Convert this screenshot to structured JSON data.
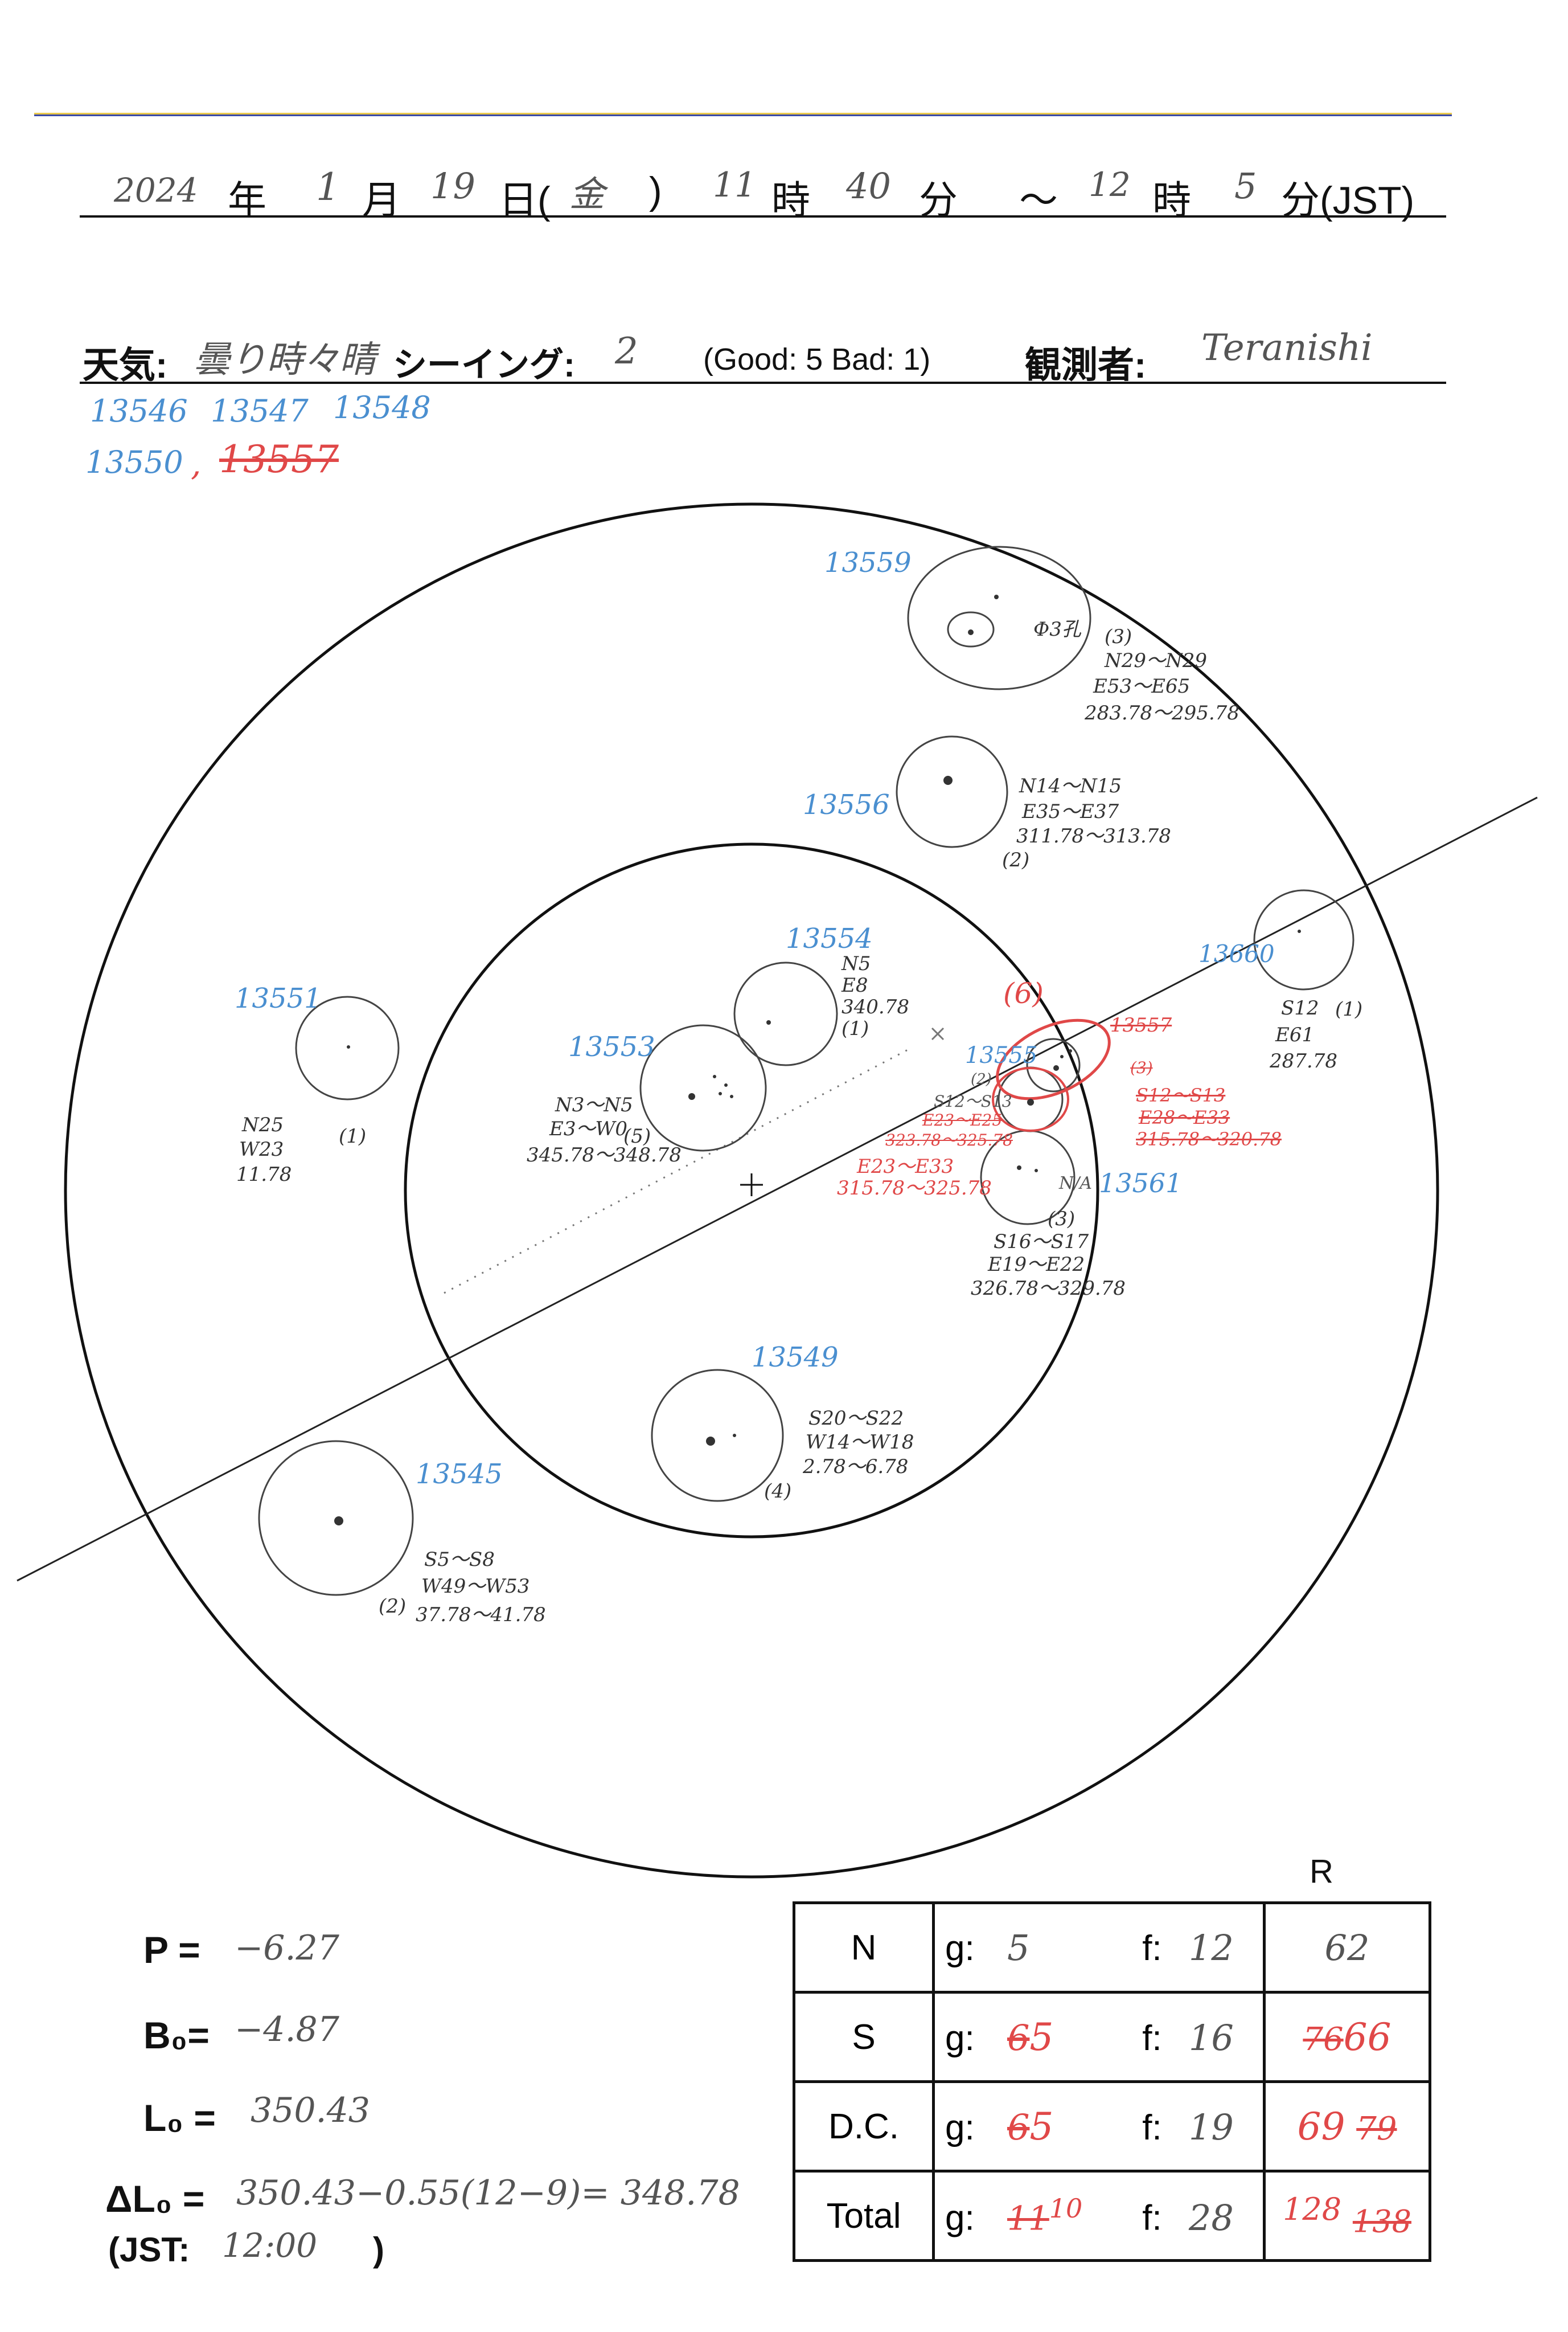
{
  "header": {
    "year": "2024",
    "year_unit": "年",
    "month": "1",
    "month_unit": "月",
    "day": "19",
    "day_unit": "日(",
    "weekday": "金",
    "weekday_close": ")",
    "start_hour": "11",
    "hour_unit": "時",
    "start_min": "40",
    "min_unit": "分",
    "tilde": "〜",
    "end_hour": "12",
    "end_hour_unit": "時",
    "end_min": "5",
    "end_min_unit": "分(JST)"
  },
  "weather": {
    "label": "天気:",
    "value": "曇り時々晴",
    "seeing_label": "シーイング:",
    "seeing_value": "2",
    "scale": "(Good: 5  Bad: 1)",
    "observer_label": "観測者:",
    "observer_value": "Teranishi"
  },
  "region_list": {
    "row1": [
      "13546",
      "13547",
      "13548"
    ],
    "row2_blue": "13550",
    "row2_sep": ",",
    "row2_red": "13557"
  },
  "regions": [
    {
      "id": "13559",
      "note": "Ф3孔",
      "count": "(3)",
      "lat": "N29〜N29",
      "lon": "E53〜E65",
      "cm": "283.78〜295.78"
    },
    {
      "id": "13556",
      "lat": "N14〜N15",
      "lon": "E35〜E37",
      "cm": "311.78〜313.78",
      "count": "(2)"
    },
    {
      "id": "13660",
      "lat": "S12",
      "count": "(1)",
      "lon": "E61",
      "cm": "287.78"
    },
    {
      "id": "13554",
      "lat": "N5",
      "lon": "E8",
      "cm": "340.78",
      "count": "(1)"
    },
    {
      "id": "13551",
      "lat": "N25",
      "count": "(1)",
      "lon": "W23",
      "cm": "11.78"
    },
    {
      "id": "13553",
      "lat": "N3〜N5",
      "lon": "E3〜W0",
      "count": "(5)",
      "cm": "345.78〜348.78"
    },
    {
      "id": "13555",
      "count_red": "(6)",
      "count": "(2)",
      "lat": "S12〜S13",
      "lon": "E23〜E25",
      "cm": "323.78〜325.78",
      "lon_red": "E23〜E33",
      "cm_red": "315.78〜325.78"
    },
    {
      "id": "13557",
      "count": "(3)",
      "lat": "S12〜S13",
      "lon": "E28〜E33",
      "cm": "315.78〜320.78"
    },
    {
      "id": "13561",
      "prefix": "N/A",
      "count": "(3)",
      "lat": "S16〜S17",
      "lon": "E19〜E22",
      "cm": "326.78〜329.78"
    },
    {
      "id": "13549",
      "lat": "S20〜S22",
      "lon": "W14〜W18",
      "cm": "2.78〜6.78",
      "count": "(4)"
    },
    {
      "id": "13545",
      "lat": "S5〜S8",
      "lon": "W49〜W53",
      "count": "(2)",
      "cm": "37.78〜41.78"
    }
  ],
  "params": {
    "p_label": "P =",
    "p_value": "−6.27",
    "b0_label": "B₀=",
    "b0_value": "−4.87",
    "l0_label": "L₀ =",
    "l0_value": "350.43",
    "dl0_label": "ΔL₀ =",
    "dl0_value": "350.43−0.55(12−9)= 348.78",
    "jst_label": "(JST:",
    "jst_value": "12:00",
    "jst_close": ")"
  },
  "table": {
    "r_header": "R",
    "rows": [
      {
        "label": "N",
        "g_label": "g:",
        "g": "5",
        "f_label": "f:",
        "f": "12",
        "r": "62"
      },
      {
        "label": "S",
        "g_label": "g:",
        "g_old": "6",
        "g": "5",
        "f_label": "f:",
        "f": "16",
        "r_old": "76",
        "r": "66"
      },
      {
        "label": "D.C.",
        "g_label": "g:",
        "g_old": "6",
        "g": "5",
        "f_label": "f:",
        "f": "19",
        "r": "69",
        "r_old": "79"
      },
      {
        "label": "Total",
        "g_label": "g:",
        "g_old": "11",
        "g": "10",
        "f_label": "f:",
        "f": "28",
        "r": "128",
        "r_old": "138"
      }
    ]
  }
}
